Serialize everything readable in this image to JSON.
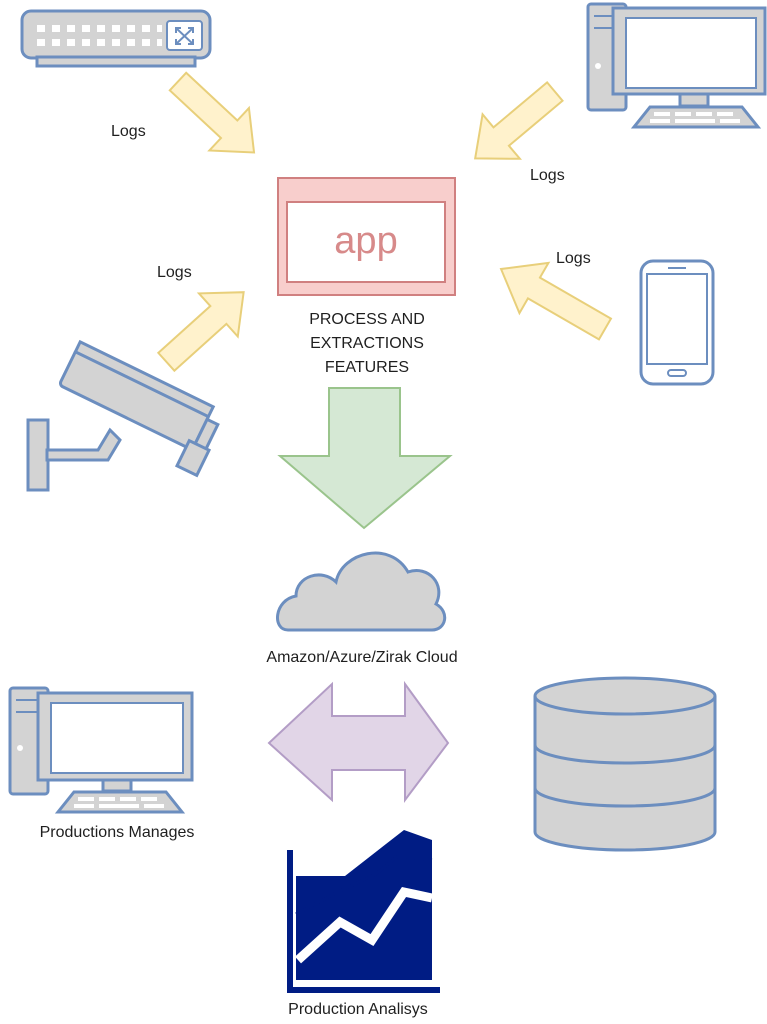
{
  "labels": {
    "logs_top_left": "Logs",
    "logs_top_right": "Logs",
    "logs_mid_left": "Logs",
    "logs_mid_right": "Logs",
    "app_icon_text": "app",
    "process_line1": "PROCESS AND",
    "process_line2": "EXTRACTIONS",
    "process_line3": "FEATURES",
    "cloud": "Amazon/Azure/Zirak Cloud",
    "productions_manages": "Productions Manages",
    "production_analysis": "Production Analisys"
  },
  "colors": {
    "device_fill": "#d3d3d3",
    "device_stroke": "#6c8ebf",
    "app_fill": "#f8cecc",
    "app_stroke": "#d08080",
    "log_arrow_fill": "#fff2cc",
    "log_arrow_stroke": "#e8cf7a",
    "down_arrow_fill": "#d5e8d4",
    "down_arrow_stroke": "#9ac48c",
    "sync_arrow_fill": "#e1d5e7",
    "sync_arrow_stroke": "#b39dc6",
    "chart_icon": "#001c84"
  },
  "icons": {
    "network_switch": "network-switch-icon",
    "desktop_top": "desktop-computer-icon",
    "smartphone": "smartphone-icon",
    "security_camera": "security-camera-icon",
    "app_window": "app-window-icon",
    "cloud": "cloud-icon",
    "desktop_bottom": "desktop-computer-icon",
    "database": "database-icon",
    "area_chart": "area-chart-icon"
  }
}
